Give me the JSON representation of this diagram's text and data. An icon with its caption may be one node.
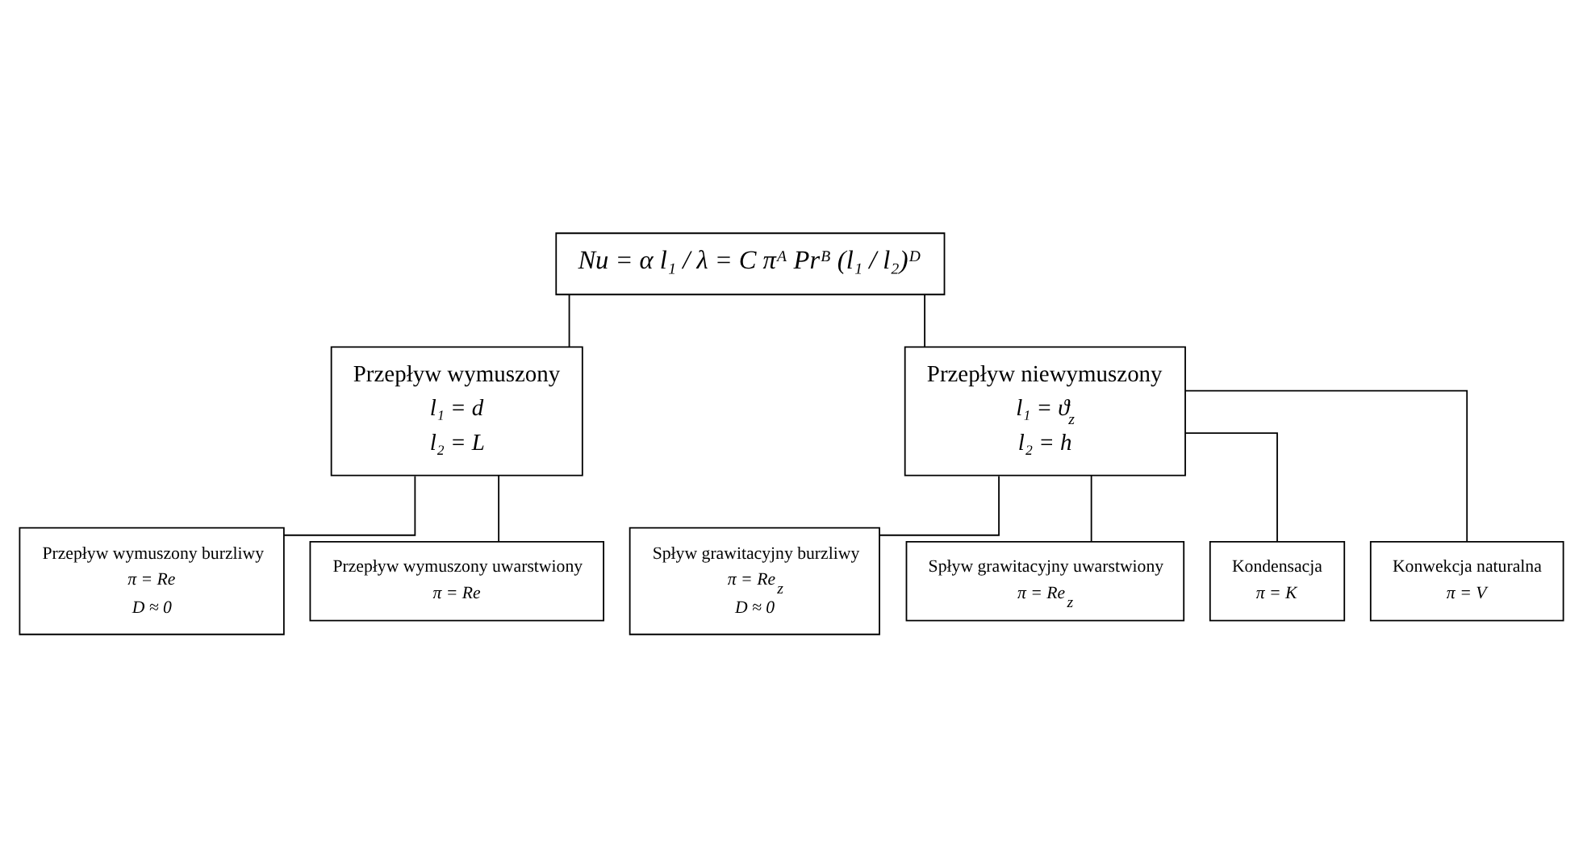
{
  "diagram": {
    "nodes": [
      {
        "text": [
          "Nu = α l₁ / λ = C πᴬ Prᴮ (l₁ / l₂)ᴰ"
        ]
      },
      {
        "text": [
          "Przepływ wymuszony",
          "l₁ = d",
          "l₂ = L"
        ]
      },
      {
        "text": [
          "Przepływ niewymuszony",
          "l₁ = ϑ$_{z}$",
          "l₂ = h"
        ]
      },
      {
        "text": [
          "Przepływ wymuszony burzliwy",
          "π = Re",
          "D ≈ 0"
        ]
      },
      {
        "text": [
          "Przepływ wymuszony uwarstwiony",
          "π = Re"
        ]
      },
      {
        "text": [
          "Spływ grawitacyjny burzliwy",
          "π = Re$_{z}$",
          "D ≈ 0"
        ]
      },
      {
        "text": [
          "Spływ grawitacyjny uwarstwiony",
          "π = Re$_{z}$"
        ]
      },
      {
        "text": [
          "Kondensacja",
          "π = K"
        ]
      },
      {
        "text": [
          "Konwekcja naturalna",
          "π = V"
        ]
      }
    ],
    "edges": [
      {
        "from": 0,
        "to": 1,
        "arrow": "none"
      },
      {
        "from": 0,
        "to": 2,
        "arrow": "none"
      },
      {
        "from": 1,
        "to": 3,
        "arrow": "none"
      },
      {
        "from": 1,
        "to": 4,
        "arrow": "none"
      },
      {
        "from": 2,
        "to": 5,
        "arrow": "none"
      },
      {
        "from": 2,
        "to": 6,
        "arrow": "none"
      },
      {
        "from": 2,
        "to": 7,
        "arrow": "none"
      },
      {
        "from": 2,
        "to": 8,
        "arrow": "none"
      }
    ]
  }
}
